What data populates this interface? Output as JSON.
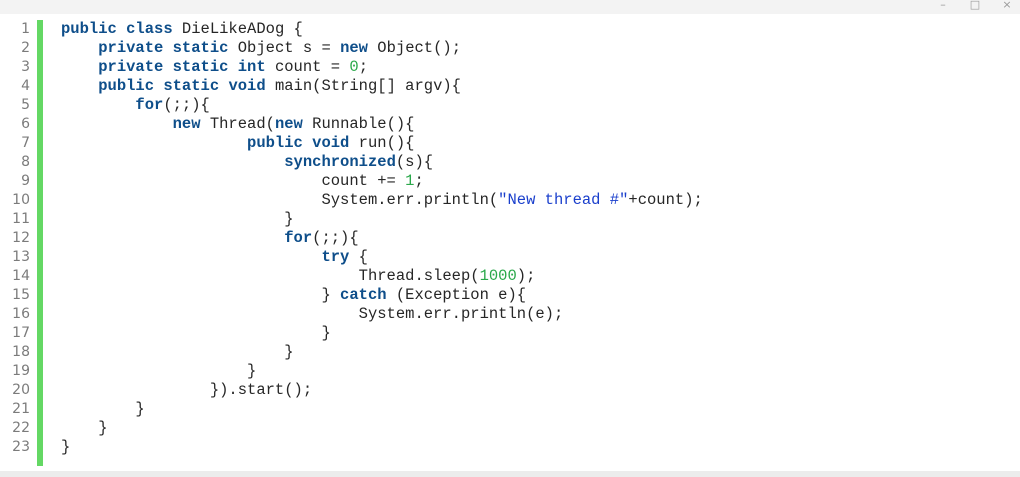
{
  "window": {
    "controls": {
      "minimize": "–",
      "maximize": "□",
      "close": "×"
    }
  },
  "colors": {
    "keyword": "#0e4e8a",
    "number": "#2aa84a",
    "string": "#1a3fcc",
    "gutter_bar": "#64d864"
  },
  "code": {
    "lines": [
      [
        {
          "t": "kw",
          "v": "public class"
        },
        {
          "t": "p",
          "v": " DieLikeADog {"
        }
      ],
      [
        {
          "t": "p",
          "v": "    "
        },
        {
          "t": "kw",
          "v": "private static"
        },
        {
          "t": "p",
          "v": " Object s = "
        },
        {
          "t": "kw",
          "v": "new"
        },
        {
          "t": "p",
          "v": " Object();"
        }
      ],
      [
        {
          "t": "p",
          "v": "    "
        },
        {
          "t": "kw",
          "v": "private static int"
        },
        {
          "t": "p",
          "v": " count = "
        },
        {
          "t": "num",
          "v": "0"
        },
        {
          "t": "p",
          "v": ";"
        }
      ],
      [
        {
          "t": "p",
          "v": "    "
        },
        {
          "t": "kw",
          "v": "public static void"
        },
        {
          "t": "p",
          "v": " main(String[] argv){"
        }
      ],
      [
        {
          "t": "p",
          "v": "        "
        },
        {
          "t": "kw",
          "v": "for"
        },
        {
          "t": "p",
          "v": "(;;){"
        }
      ],
      [
        {
          "t": "p",
          "v": "            "
        },
        {
          "t": "kw",
          "v": "new"
        },
        {
          "t": "p",
          "v": " Thread("
        },
        {
          "t": "kw",
          "v": "new"
        },
        {
          "t": "p",
          "v": " Runnable(){"
        }
      ],
      [
        {
          "t": "p",
          "v": "                    "
        },
        {
          "t": "kw",
          "v": "public void"
        },
        {
          "t": "p",
          "v": " run(){"
        }
      ],
      [
        {
          "t": "p",
          "v": "                        "
        },
        {
          "t": "kw",
          "v": "synchronized"
        },
        {
          "t": "p",
          "v": "(s){"
        }
      ],
      [
        {
          "t": "p",
          "v": "                            count += "
        },
        {
          "t": "num",
          "v": "1"
        },
        {
          "t": "p",
          "v": ";"
        }
      ],
      [
        {
          "t": "p",
          "v": "                            System.err.println("
        },
        {
          "t": "str",
          "v": "\"New thread #\""
        },
        {
          "t": "p",
          "v": "+count);"
        }
      ],
      [
        {
          "t": "p",
          "v": "                        }"
        }
      ],
      [
        {
          "t": "p",
          "v": "                        "
        },
        {
          "t": "kw",
          "v": "for"
        },
        {
          "t": "p",
          "v": "(;;){"
        }
      ],
      [
        {
          "t": "p",
          "v": "                            "
        },
        {
          "t": "kw",
          "v": "try"
        },
        {
          "t": "p",
          "v": " {"
        }
      ],
      [
        {
          "t": "p",
          "v": "                                Thread.sleep("
        },
        {
          "t": "num",
          "v": "1000"
        },
        {
          "t": "p",
          "v": ");"
        }
      ],
      [
        {
          "t": "p",
          "v": "                            } "
        },
        {
          "t": "kw",
          "v": "catch"
        },
        {
          "t": "p",
          "v": " (Exception e){"
        }
      ],
      [
        {
          "t": "p",
          "v": "                                System.err.println(e);"
        }
      ],
      [
        {
          "t": "p",
          "v": "                            }"
        }
      ],
      [
        {
          "t": "p",
          "v": "                        }"
        }
      ],
      [
        {
          "t": "p",
          "v": "                    }"
        }
      ],
      [
        {
          "t": "p",
          "v": "                }).start();"
        }
      ],
      [
        {
          "t": "p",
          "v": "        }"
        }
      ],
      [
        {
          "t": "p",
          "v": "    }"
        }
      ],
      [
        {
          "t": "p",
          "v": "}"
        }
      ]
    ]
  }
}
